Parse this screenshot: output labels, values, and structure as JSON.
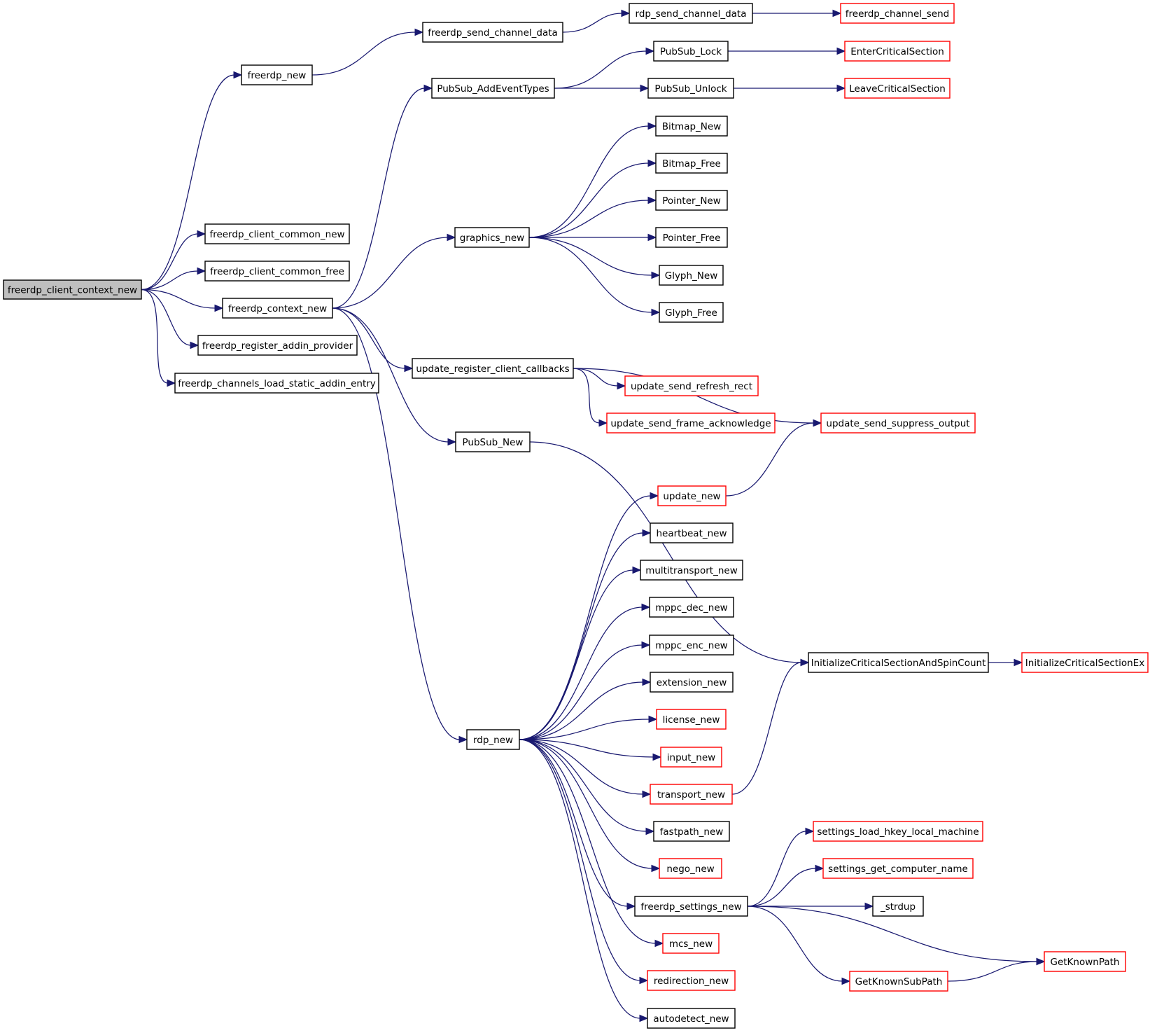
{
  "diagram": {
    "colors": {
      "edge": "#191970",
      "node_border_default": "#000000",
      "node_border_truncated": "#ff0000",
      "node_fill_default": "#ffffff",
      "node_fill_root": "#bfbfbf"
    },
    "nodes": [
      {
        "id": "n_root",
        "label": "freerdp_client_context_new",
        "style": "root"
      },
      {
        "id": "n_freerdp_new",
        "label": "freerdp_new",
        "style": "normal"
      },
      {
        "id": "n_common_new",
        "label": "freerdp_client_common_new",
        "style": "normal"
      },
      {
        "id": "n_common_free",
        "label": "freerdp_client_common_free",
        "style": "normal"
      },
      {
        "id": "n_context_new",
        "label": "freerdp_context_new",
        "style": "normal"
      },
      {
        "id": "n_register_addin",
        "label": "freerdp_register_addin_provider",
        "style": "normal"
      },
      {
        "id": "n_channels_load",
        "label": "freerdp_channels_load_static_addin_entry",
        "style": "normal"
      },
      {
        "id": "n_send_channel_data",
        "label": "freerdp_send_channel_data",
        "style": "normal"
      },
      {
        "id": "n_pubsub_addeventtypes",
        "label": "PubSub_AddEventTypes",
        "style": "normal"
      },
      {
        "id": "n_graphics_new",
        "label": "graphics_new",
        "style": "normal"
      },
      {
        "id": "n_update_register",
        "label": "update_register_client_callbacks",
        "style": "normal"
      },
      {
        "id": "n_pubsub_new",
        "label": "PubSub_New",
        "style": "normal"
      },
      {
        "id": "n_rdp_new",
        "label": "rdp_new",
        "style": "normal"
      },
      {
        "id": "n_rdp_send_channel_data",
        "label": "rdp_send_channel_data",
        "style": "normal"
      },
      {
        "id": "n_pubsub_lock",
        "label": "PubSub_Lock",
        "style": "normal"
      },
      {
        "id": "n_pubsub_unlock",
        "label": "PubSub_Unlock",
        "style": "normal"
      },
      {
        "id": "n_bitmap_new",
        "label": "Bitmap_New",
        "style": "normal"
      },
      {
        "id": "n_bitmap_free",
        "label": "Bitmap_Free",
        "style": "normal"
      },
      {
        "id": "n_pointer_new",
        "label": "Pointer_New",
        "style": "normal"
      },
      {
        "id": "n_pointer_free",
        "label": "Pointer_Free",
        "style": "normal"
      },
      {
        "id": "n_glyph_new",
        "label": "Glyph_New",
        "style": "normal"
      },
      {
        "id": "n_glyph_free",
        "label": "Glyph_Free",
        "style": "normal"
      },
      {
        "id": "n_update_send_refresh_rect",
        "label": "update_send_refresh_rect",
        "style": "truncated"
      },
      {
        "id": "n_update_send_frame_ack",
        "label": "update_send_frame_acknowledge",
        "style": "truncated"
      },
      {
        "id": "n_update_new",
        "label": "update_new",
        "style": "truncated"
      },
      {
        "id": "n_heartbeat_new",
        "label": "heartbeat_new",
        "style": "normal"
      },
      {
        "id": "n_multitransport_new",
        "label": "multitransport_new",
        "style": "normal"
      },
      {
        "id": "n_mppc_dec_new",
        "label": "mppc_dec_new",
        "style": "normal"
      },
      {
        "id": "n_mppc_enc_new",
        "label": "mppc_enc_new",
        "style": "normal"
      },
      {
        "id": "n_extension_new",
        "label": "extension_new",
        "style": "normal"
      },
      {
        "id": "n_license_new",
        "label": "license_new",
        "style": "truncated"
      },
      {
        "id": "n_input_new",
        "label": "input_new",
        "style": "truncated"
      },
      {
        "id": "n_transport_new",
        "label": "transport_new",
        "style": "truncated"
      },
      {
        "id": "n_fastpath_new",
        "label": "fastpath_new",
        "style": "normal"
      },
      {
        "id": "n_nego_new",
        "label": "nego_new",
        "style": "truncated"
      },
      {
        "id": "n_settings_new",
        "label": "freerdp_settings_new",
        "style": "normal"
      },
      {
        "id": "n_mcs_new",
        "label": "mcs_new",
        "style": "truncated"
      },
      {
        "id": "n_redirection_new",
        "label": "redirection_new",
        "style": "truncated"
      },
      {
        "id": "n_autodetect_new",
        "label": "autodetect_new",
        "style": "normal"
      },
      {
        "id": "n_channel_send",
        "label": "freerdp_channel_send",
        "style": "truncated"
      },
      {
        "id": "n_enter_cs",
        "label": "EnterCriticalSection",
        "style": "truncated"
      },
      {
        "id": "n_leave_cs",
        "label": "LeaveCriticalSection",
        "style": "truncated"
      },
      {
        "id": "n_update_send_suppress",
        "label": "update_send_suppress_output",
        "style": "truncated"
      },
      {
        "id": "n_init_cs_spin",
        "label": "InitializeCriticalSectionAndSpinCount",
        "style": "normal"
      },
      {
        "id": "n_settings_load_hkey",
        "label": "settings_load_hkey_local_machine",
        "style": "truncated"
      },
      {
        "id": "n_settings_get_computer",
        "label": "settings_get_computer_name",
        "style": "truncated"
      },
      {
        "id": "n_strdup",
        "label": "_strdup",
        "style": "normal"
      },
      {
        "id": "n_getknownsubpath",
        "label": "GetKnownSubPath",
        "style": "truncated"
      },
      {
        "id": "n_init_cs_ex",
        "label": "InitializeCriticalSectionEx",
        "style": "truncated"
      },
      {
        "id": "n_getknownpath",
        "label": "GetKnownPath",
        "style": "truncated"
      }
    ],
    "edges": [
      [
        "n_root",
        "n_freerdp_new"
      ],
      [
        "n_root",
        "n_common_new"
      ],
      [
        "n_root",
        "n_common_free"
      ],
      [
        "n_root",
        "n_context_new"
      ],
      [
        "n_root",
        "n_register_addin"
      ],
      [
        "n_root",
        "n_channels_load"
      ],
      [
        "n_freerdp_new",
        "n_send_channel_data"
      ],
      [
        "n_send_channel_data",
        "n_rdp_send_channel_data"
      ],
      [
        "n_rdp_send_channel_data",
        "n_channel_send"
      ],
      [
        "n_context_new",
        "n_pubsub_addeventtypes"
      ],
      [
        "n_context_new",
        "n_graphics_new"
      ],
      [
        "n_context_new",
        "n_update_register"
      ],
      [
        "n_context_new",
        "n_pubsub_new"
      ],
      [
        "n_context_new",
        "n_rdp_new"
      ],
      [
        "n_pubsub_addeventtypes",
        "n_pubsub_lock"
      ],
      [
        "n_pubsub_addeventtypes",
        "n_pubsub_unlock"
      ],
      [
        "n_pubsub_lock",
        "n_enter_cs"
      ],
      [
        "n_pubsub_unlock",
        "n_leave_cs"
      ],
      [
        "n_graphics_new",
        "n_bitmap_new"
      ],
      [
        "n_graphics_new",
        "n_bitmap_free"
      ],
      [
        "n_graphics_new",
        "n_pointer_new"
      ],
      [
        "n_graphics_new",
        "n_pointer_free"
      ],
      [
        "n_graphics_new",
        "n_glyph_new"
      ],
      [
        "n_graphics_new",
        "n_glyph_free"
      ],
      [
        "n_update_register",
        "n_update_send_suppress"
      ],
      [
        "n_update_register",
        "n_update_send_refresh_rect"
      ],
      [
        "n_update_register",
        "n_update_send_frame_ack"
      ],
      [
        "n_pubsub_new",
        "n_init_cs_spin"
      ],
      [
        "n_update_new",
        "n_update_send_suppress"
      ],
      [
        "n_rdp_new",
        "n_update_new"
      ],
      [
        "n_rdp_new",
        "n_heartbeat_new"
      ],
      [
        "n_rdp_new",
        "n_multitransport_new"
      ],
      [
        "n_rdp_new",
        "n_mppc_dec_new"
      ],
      [
        "n_rdp_new",
        "n_mppc_enc_new"
      ],
      [
        "n_rdp_new",
        "n_extension_new"
      ],
      [
        "n_rdp_new",
        "n_license_new"
      ],
      [
        "n_rdp_new",
        "n_input_new"
      ],
      [
        "n_rdp_new",
        "n_transport_new"
      ],
      [
        "n_rdp_new",
        "n_fastpath_new"
      ],
      [
        "n_rdp_new",
        "n_nego_new"
      ],
      [
        "n_rdp_new",
        "n_settings_new"
      ],
      [
        "n_rdp_new",
        "n_mcs_new"
      ],
      [
        "n_rdp_new",
        "n_redirection_new"
      ],
      [
        "n_rdp_new",
        "n_autodetect_new"
      ],
      [
        "n_transport_new",
        "n_init_cs_spin"
      ],
      [
        "n_init_cs_spin",
        "n_init_cs_ex"
      ],
      [
        "n_settings_new",
        "n_settings_load_hkey"
      ],
      [
        "n_settings_new",
        "n_settings_get_computer"
      ],
      [
        "n_settings_new",
        "n_strdup"
      ],
      [
        "n_settings_new",
        "n_getknownpath"
      ],
      [
        "n_settings_new",
        "n_getknownsubpath"
      ],
      [
        "n_getknownsubpath",
        "n_getknownpath"
      ]
    ]
  }
}
